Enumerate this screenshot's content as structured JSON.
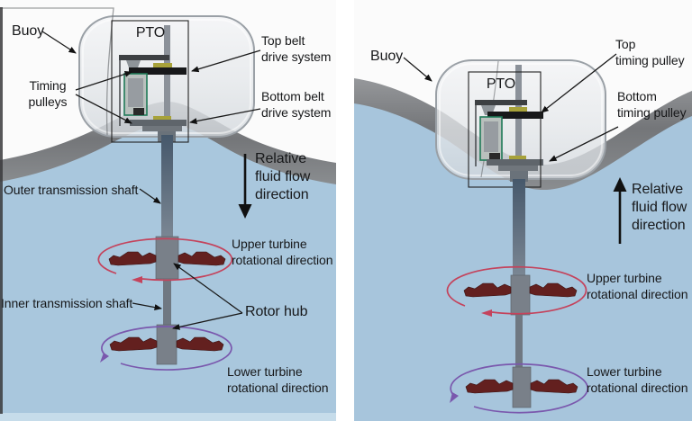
{
  "figure": {
    "left_panel": {
      "buoy_label": "Buoy",
      "pto_label": "PTO",
      "top_belt_label": "Top belt\ndrive system",
      "timing_pulleys_label": "Timing\npulleys",
      "bottom_belt_label": "Bottom belt\ndrive system",
      "outer_shaft_label": "Outer transmission shaft",
      "flow_label": "Relative\nfluid flow\ndirection",
      "flow_direction": "down",
      "upper_turbine_label": "Upper turbine\nrotational direction",
      "inner_shaft_label": "Inner transmission shaft",
      "rotor_hub_label": "Rotor hub",
      "lower_turbine_label": "Lower turbine\nrotational direction"
    },
    "right_panel": {
      "buoy_label": "Buoy",
      "pto_label": "PTO",
      "top_pulley_label": "Top\ntiming pulley",
      "bottom_pulley_label": "Bottom\ntiming pulley",
      "flow_label": "Relative\nfluid flow\ndirection",
      "flow_direction": "up",
      "upper_turbine_label": "Upper turbine\nrotational direction",
      "lower_turbine_label": "Lower turbine\nrotational direction"
    },
    "colors": {
      "water": "#a9c7dd",
      "water_right": "#a7c5dc",
      "wave_band": "#7d7f82",
      "buoy_shell": "#e9ebee",
      "blade": "#63201f",
      "hub_gray": "#798089",
      "upper_rotation_arrow": "#c4435c",
      "lower_rotation_arrow": "#7a58ad",
      "generator_green": "#1f7a57",
      "pulley_olive": "#a7a23a",
      "belt_black": "#17181a"
    }
  }
}
